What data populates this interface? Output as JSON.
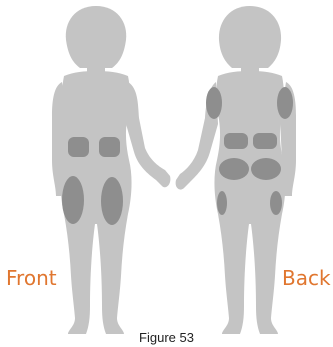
{
  "labels": {
    "front": "Front",
    "back": "Back"
  },
  "caption": "Figure 53",
  "colors": {
    "body": "#c4c4c4",
    "injection_site": "#8e8e8e",
    "label": "#e0762f",
    "caption": "#222222"
  }
}
